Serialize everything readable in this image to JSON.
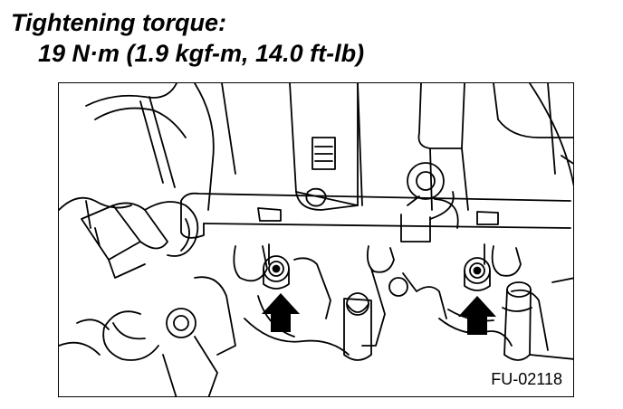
{
  "heading": {
    "line1": "Tightening torque:",
    "line2": "19 N·m (1.9 kgf-m, 14.0 ft-lb)"
  },
  "figure": {
    "code": "FU-02118",
    "arrow_icon": "up-arrow-icon",
    "ink_color": "#000000",
    "paper_color": "#ffffff"
  }
}
